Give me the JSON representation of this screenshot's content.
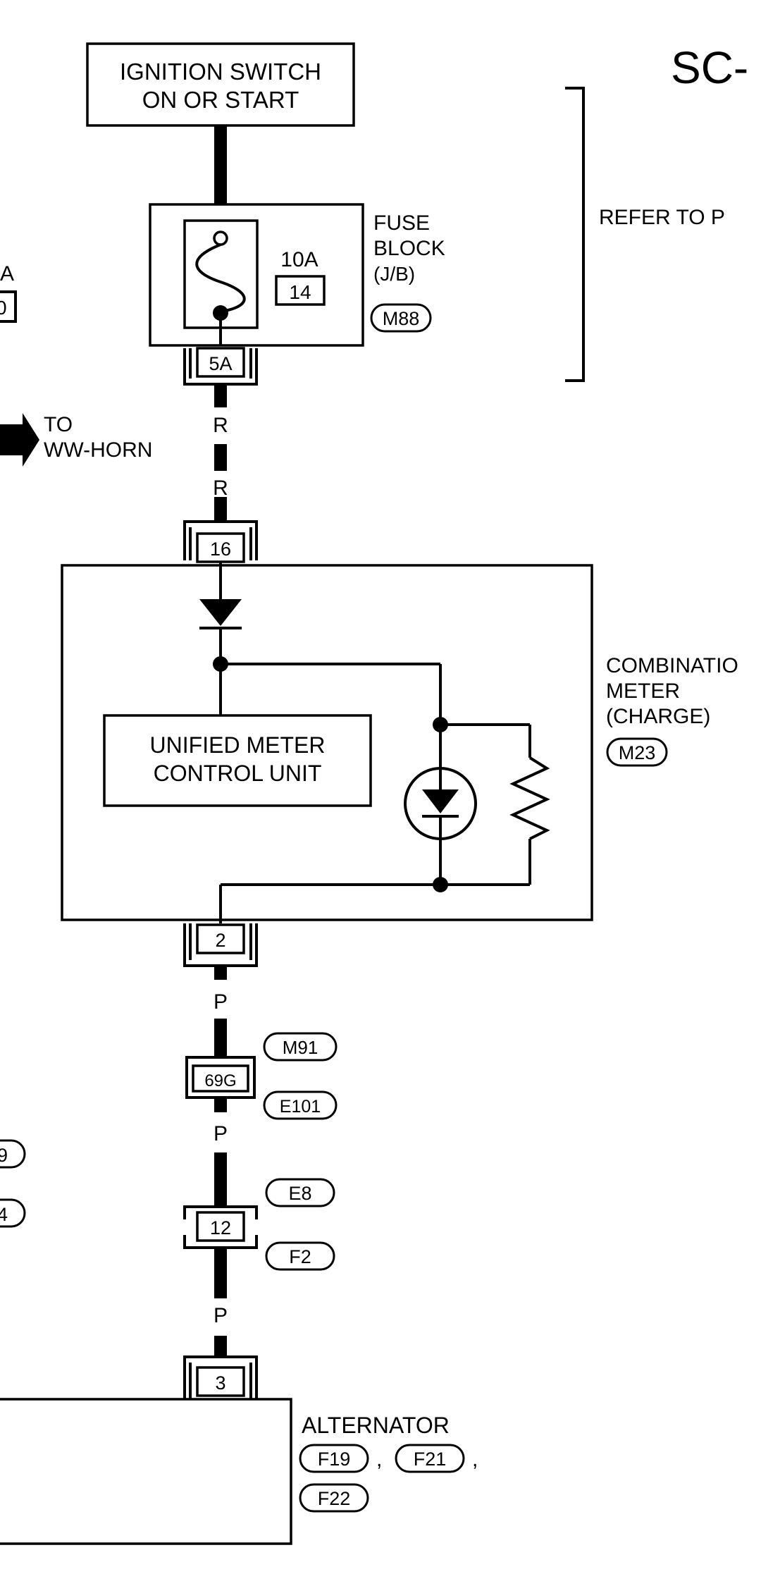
{
  "page_code": "SC-",
  "ignition": {
    "line1": "IGNITION SWITCH",
    "line2": "ON OR START"
  },
  "refer_to": "REFER TO P",
  "fuse_block": {
    "rating": "10A",
    "fuse_no": "14",
    "line1": "FUSE",
    "line2": "BLOCK",
    "line3": "(J/B)",
    "connector": "M88",
    "terminal": "5A"
  },
  "left_fragments": {
    "a": "A",
    "b": "0",
    "c": "9",
    "d": "4"
  },
  "wires": {
    "r_upper": "R",
    "r_lower": "R",
    "p1": "P",
    "p2": "P",
    "p3": "P"
  },
  "to_ww_horn": {
    "line1": "TO",
    "line2": "WW-HORN"
  },
  "combination_meter": {
    "terminal_in": "16",
    "terminal_out": "2",
    "line1": "COMBINATIO",
    "line2": "METER",
    "line3": "(CHARGE)",
    "connector": "M23",
    "unit_line1": "UNIFIED METER",
    "unit_line2": "CONTROL UNIT"
  },
  "joint_69g": {
    "terminal": "69G",
    "connector_top": "M91",
    "connector_bottom": "E101"
  },
  "joint_12": {
    "terminal": "12",
    "connector_top": "E8",
    "connector_bottom": "F2"
  },
  "alternator": {
    "label": "ALTERNATOR",
    "terminal": "3",
    "connector_1": "F19",
    "connector_2": "F21",
    "connector_3": "F22",
    "separator_1": ",",
    "separator_2": ","
  }
}
